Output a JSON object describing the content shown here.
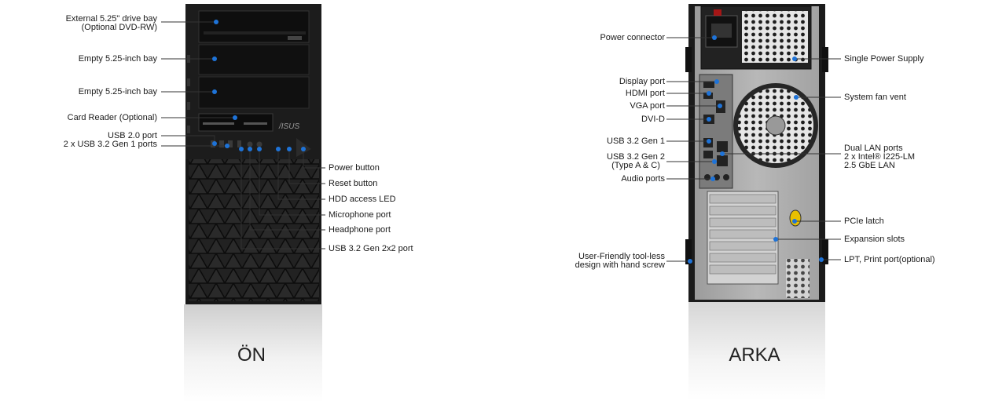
{
  "front": {
    "caption": "ÖN",
    "brand": "/ISUS",
    "callouts": [
      {
        "id": "ext-drive-bay",
        "text": [
          "External 5.25\" drive bay",
          "(Optional DVD-RW)"
        ]
      },
      {
        "id": "empty-bay-1",
        "text": [
          "Empty 5.25-inch bay"
        ]
      },
      {
        "id": "empty-bay-2",
        "text": [
          "Empty 5.25-inch bay"
        ]
      },
      {
        "id": "card-reader",
        "text": [
          "Card Reader (Optional)"
        ]
      },
      {
        "id": "usb-front",
        "text": [
          "USB 2.0 port",
          "2 x USB 3.2 Gen 1 ports"
        ]
      },
      {
        "id": "power-button",
        "text": [
          "Power button"
        ]
      },
      {
        "id": "reset-button",
        "text": [
          "Reset button"
        ]
      },
      {
        "id": "hdd-led",
        "text": [
          "HDD access LED"
        ]
      },
      {
        "id": "microphone-port",
        "text": [
          "Microphone port"
        ]
      },
      {
        "id": "headphone-port",
        "text": [
          "Headphone port"
        ]
      },
      {
        "id": "usb-gen2x2",
        "text": [
          "USB 3.2 Gen 2x2 port"
        ]
      }
    ]
  },
  "rear": {
    "caption": "ARKA",
    "callouts": [
      {
        "id": "power-connector",
        "text": [
          "Power connector"
        ]
      },
      {
        "id": "display-port",
        "text": [
          "Display port"
        ]
      },
      {
        "id": "hdmi-port",
        "text": [
          "HDMI port"
        ]
      },
      {
        "id": "vga-port",
        "text": [
          "VGA port"
        ]
      },
      {
        "id": "dvi-d",
        "text": [
          "DVI-D"
        ]
      },
      {
        "id": "usb-gen1",
        "text": [
          "USB 3.2 Gen 1"
        ]
      },
      {
        "id": "usb-gen2",
        "text": [
          "USB 3.2 Gen 2",
          "(Type A & C)"
        ]
      },
      {
        "id": "audio-ports",
        "text": [
          "Audio ports"
        ]
      },
      {
        "id": "tool-less",
        "text": [
          "User-Friendly tool-less",
          "design with hand screw"
        ]
      },
      {
        "id": "single-psu",
        "text": [
          "Single Power Supply"
        ]
      },
      {
        "id": "fan-vent",
        "text": [
          "System fan vent"
        ]
      },
      {
        "id": "dual-lan",
        "text": [
          "Dual LAN ports",
          "2 x Intel® I225-LM",
          "2.5 GbE LAN"
        ]
      },
      {
        "id": "pcie-latch",
        "text": [
          "PCIe latch"
        ]
      },
      {
        "id": "expansion-slots",
        "text": [
          "Expansion slots"
        ]
      },
      {
        "id": "lpt-port",
        "text": [
          "LPT, Print port(optional)"
        ]
      }
    ]
  },
  "colors": {
    "dot": "#1e73d8",
    "leader": "#333333"
  }
}
